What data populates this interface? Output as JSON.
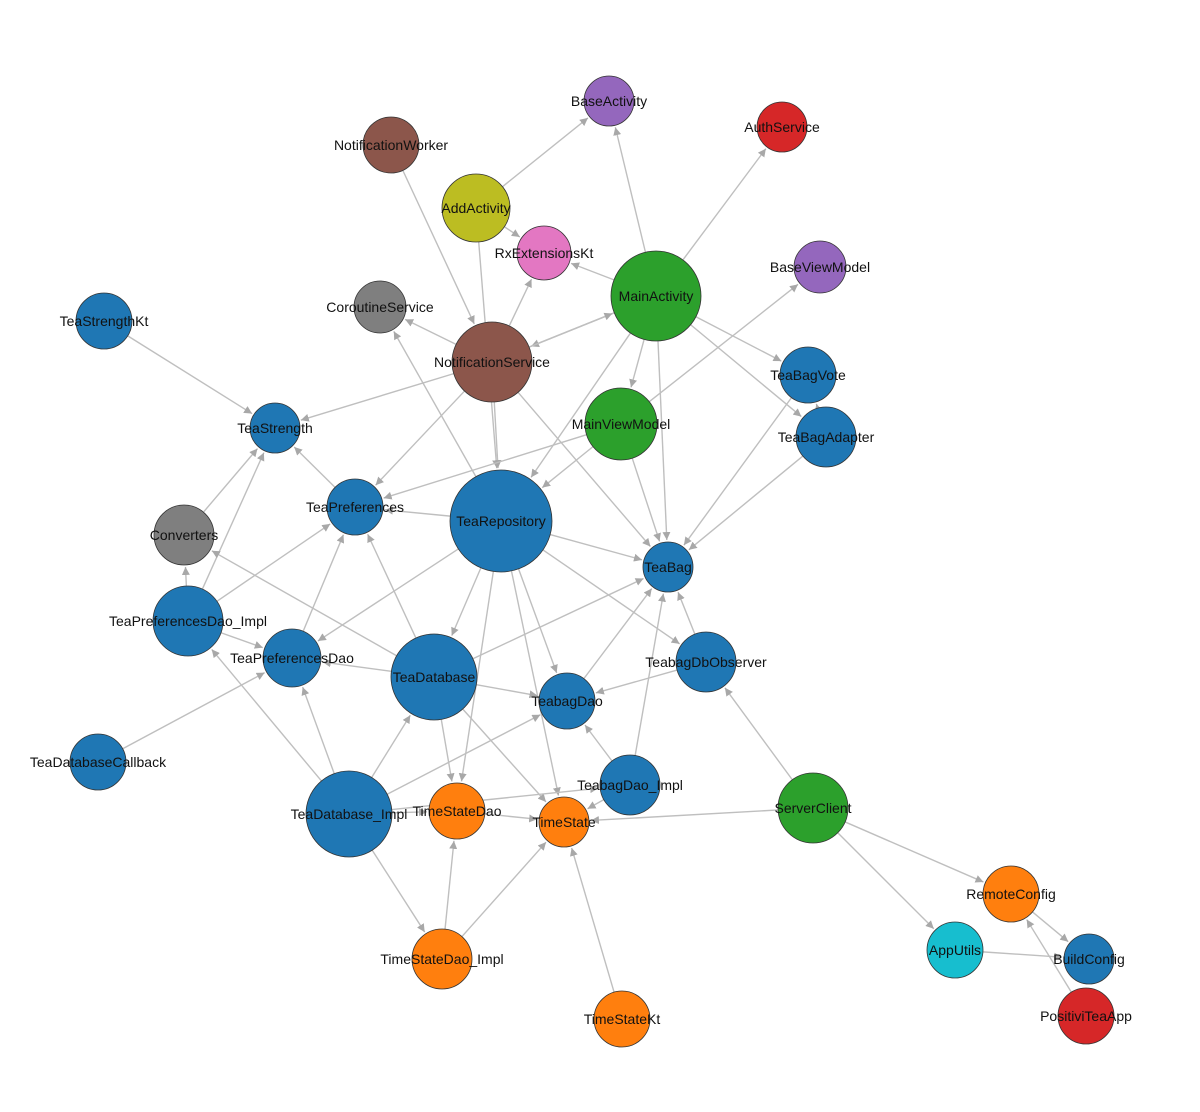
{
  "colors": {
    "blue": "#1f77b4",
    "green": "#2ca02c",
    "orange": "#ff7f0e",
    "brown": "#8c564b",
    "purple": "#9467bd",
    "red": "#d62728",
    "olive": "#bcbd22",
    "pink": "#e377c2",
    "gray": "#7f7f7f",
    "cyan": "#17becf",
    "edge": "#bfbfbf",
    "arrow": "#a8a8a8"
  },
  "nodes": [
    {
      "id": "BaseActivity",
      "label": "BaseActivity",
      "color": "purple"
    },
    {
      "id": "AuthService",
      "label": "AuthService",
      "color": "red"
    },
    {
      "id": "NotificationWorker",
      "label": "NotificationWorker",
      "color": "brown"
    },
    {
      "id": "AddActivity",
      "label": "AddActivity",
      "color": "olive"
    },
    {
      "id": "RxExtensionsKt",
      "label": "RxExtensionsKt",
      "color": "pink"
    },
    {
      "id": "MainActivity",
      "label": "MainActivity",
      "color": "green"
    },
    {
      "id": "BaseViewModel",
      "label": "BaseViewModel",
      "color": "purple"
    },
    {
      "id": "CoroutineService",
      "label": "CoroutineService",
      "color": "gray"
    },
    {
      "id": "TeaStrengthKt",
      "label": "TeaStrengthKt",
      "color": "blue"
    },
    {
      "id": "NotificationService",
      "label": "NotificationService",
      "color": "brown"
    },
    {
      "id": "TeaBagVote",
      "label": "TeaBagVote",
      "color": "blue"
    },
    {
      "id": "TeaStrength",
      "label": "TeaStrength",
      "color": "blue"
    },
    {
      "id": "MainViewModel",
      "label": "MainViewModel",
      "color": "green"
    },
    {
      "id": "TeaBagAdapter",
      "label": "TeaBagAdapter",
      "color": "blue"
    },
    {
      "id": "TeaPreferences",
      "label": "TeaPreferences",
      "color": "blue"
    },
    {
      "id": "TeaRepository",
      "label": "TeaRepository",
      "color": "blue"
    },
    {
      "id": "Converters",
      "label": "Converters",
      "color": "gray"
    },
    {
      "id": "TeaBag",
      "label": "TeaBag",
      "color": "blue"
    },
    {
      "id": "TeaPreferencesDao_Impl",
      "label": "TeaPreferencesDao_Impl",
      "color": "blue"
    },
    {
      "id": "TeaPreferencesDao",
      "label": "TeaPreferencesDao",
      "color": "blue"
    },
    {
      "id": "TeaDatabase",
      "label": "TeaDatabase",
      "color": "blue"
    },
    {
      "id": "TeabagDbObserver",
      "label": "TeabagDbObserver",
      "color": "blue"
    },
    {
      "id": "TeabagDao",
      "label": "TeabagDao",
      "color": "blue"
    },
    {
      "id": "TeaDatabaseCallback",
      "label": "TeaDatabaseCallback",
      "color": "blue"
    },
    {
      "id": "TeabagDao_Impl",
      "label": "TeabagDao_Impl",
      "color": "blue"
    },
    {
      "id": "TeaDatabase_Impl",
      "label": "TeaDatabase_Impl",
      "color": "blue"
    },
    {
      "id": "TimeStateDao",
      "label": "TimeStateDao",
      "color": "orange"
    },
    {
      "id": "ServerClient",
      "label": "ServerClient",
      "color": "green"
    },
    {
      "id": "TimeState",
      "label": "TimeState",
      "color": "orange"
    },
    {
      "id": "RemoteConfig",
      "label": "RemoteConfig",
      "color": "orange"
    },
    {
      "id": "AppUtils",
      "label": "AppUtils",
      "color": "cyan"
    },
    {
      "id": "BuildConfig",
      "label": "BuildConfig",
      "color": "blue"
    },
    {
      "id": "TimeStateDao_Impl",
      "label": "TimeStateDao_Impl",
      "color": "orange"
    },
    {
      "id": "PositiviTeaApp",
      "label": "PositiviTeaApp",
      "color": "red"
    },
    {
      "id": "TimeStateKt",
      "label": "TimeStateKt",
      "color": "orange"
    }
  ],
  "edges": [
    [
      "AddActivity",
      "BaseActivity"
    ],
    [
      "AddActivity",
      "RxExtensionsKt"
    ],
    [
      "AddActivity",
      "TeaRepository"
    ],
    [
      "MainActivity",
      "BaseActivity"
    ],
    [
      "MainActivity",
      "AuthService"
    ],
    [
      "MainActivity",
      "RxExtensionsKt"
    ],
    [
      "MainActivity",
      "NotificationService"
    ],
    [
      "MainActivity",
      "MainViewModel"
    ],
    [
      "MainActivity",
      "TeaBagVote"
    ],
    [
      "MainActivity",
      "TeaBagAdapter"
    ],
    [
      "MainActivity",
      "TeaRepository"
    ],
    [
      "MainActivity",
      "TeaBag"
    ],
    [
      "NotificationWorker",
      "NotificationService"
    ],
    [
      "NotificationService",
      "CoroutineService"
    ],
    [
      "NotificationService",
      "RxExtensionsKt"
    ],
    [
      "NotificationService",
      "MainActivity"
    ],
    [
      "NotificationService",
      "TeaStrength"
    ],
    [
      "NotificationService",
      "TeaPreferences"
    ],
    [
      "NotificationService",
      "TeaRepository"
    ],
    [
      "NotificationService",
      "TeaBag"
    ],
    [
      "MainViewModel",
      "BaseViewModel"
    ],
    [
      "MainViewModel",
      "TeaRepository"
    ],
    [
      "MainViewModel",
      "TeaBag"
    ],
    [
      "MainViewModel",
      "TeaPreferences"
    ],
    [
      "TeaBagAdapter",
      "TeaBagVote"
    ],
    [
      "TeaBagAdapter",
      "TeaBag"
    ],
    [
      "TeaBagVote",
      "TeaBag"
    ],
    [
      "TeaStrengthKt",
      "TeaStrength"
    ],
    [
      "TeaPreferences",
      "TeaStrength"
    ],
    [
      "TeaRepository",
      "TeaPreferences"
    ],
    [
      "TeaRepository",
      "TeaBag"
    ],
    [
      "TeaRepository",
      "TeaDatabase"
    ],
    [
      "TeaRepository",
      "TeaPreferencesDao"
    ],
    [
      "TeaRepository",
      "TeabagDao"
    ],
    [
      "TeaRepository",
      "TimeStateDao"
    ],
    [
      "TeaRepository",
      "TimeState"
    ],
    [
      "TeaRepository",
      "TeabagDbObserver"
    ],
    [
      "TeaRepository",
      "CoroutineService"
    ],
    [
      "Converters",
      "TeaStrength"
    ],
    [
      "TeaPreferencesDao_Impl",
      "TeaStrength"
    ],
    [
      "TeaPreferencesDao_Impl",
      "Converters"
    ],
    [
      "TeaPreferencesDao_Impl",
      "TeaPreferences"
    ],
    [
      "TeaPreferencesDao_Impl",
      "TeaPreferencesDao"
    ],
    [
      "TeaPreferencesDao",
      "TeaPreferences"
    ],
    [
      "TeaDatabase",
      "TeaPreferencesDao"
    ],
    [
      "TeaDatabase",
      "TeabagDao"
    ],
    [
      "TeaDatabase",
      "TimeStateDao"
    ],
    [
      "TeaDatabase",
      "TimeState"
    ],
    [
      "TeaDatabase",
      "TeaBag"
    ],
    [
      "TeaDatabase",
      "TeaPreferences"
    ],
    [
      "TeaDatabase",
      "Converters"
    ],
    [
      "TeabagDao",
      "TeaBag"
    ],
    [
      "TeabagDbObserver",
      "TeabagDao"
    ],
    [
      "TeabagDbObserver",
      "TeaBag"
    ],
    [
      "TeaDatabaseCallback",
      "TeaPreferencesDao"
    ],
    [
      "TeabagDao_Impl",
      "TeabagDao"
    ],
    [
      "TeabagDao_Impl",
      "TeaBag"
    ],
    [
      "TeabagDao_Impl",
      "TimeState"
    ],
    [
      "TeaDatabase_Impl",
      "TeaDatabase"
    ],
    [
      "TeaDatabase_Impl",
      "TeaPreferencesDao"
    ],
    [
      "TeaDatabase_Impl",
      "TeabagDao"
    ],
    [
      "TeaDatabase_Impl",
      "TimeStateDao"
    ],
    [
      "TeaDatabase_Impl",
      "TeaPreferencesDao_Impl"
    ],
    [
      "TeaDatabase_Impl",
      "TeabagDao_Impl"
    ],
    [
      "TeaDatabase_Impl",
      "TimeStateDao_Impl"
    ],
    [
      "TimeStateDao",
      "TimeState"
    ],
    [
      "TimeStateDao_Impl",
      "TimeStateDao"
    ],
    [
      "TimeStateDao_Impl",
      "TimeState"
    ],
    [
      "TimeStateKt",
      "TimeState"
    ],
    [
      "ServerClient",
      "TeabagDbObserver"
    ],
    [
      "ServerClient",
      "TimeState"
    ],
    [
      "ServerClient",
      "RemoteConfig"
    ],
    [
      "ServerClient",
      "AppUtils"
    ],
    [
      "AppUtils",
      "BuildConfig"
    ],
    [
      "RemoteConfig",
      "BuildConfig"
    ],
    [
      "PositiviTeaApp",
      "RemoteConfig"
    ]
  ]
}
